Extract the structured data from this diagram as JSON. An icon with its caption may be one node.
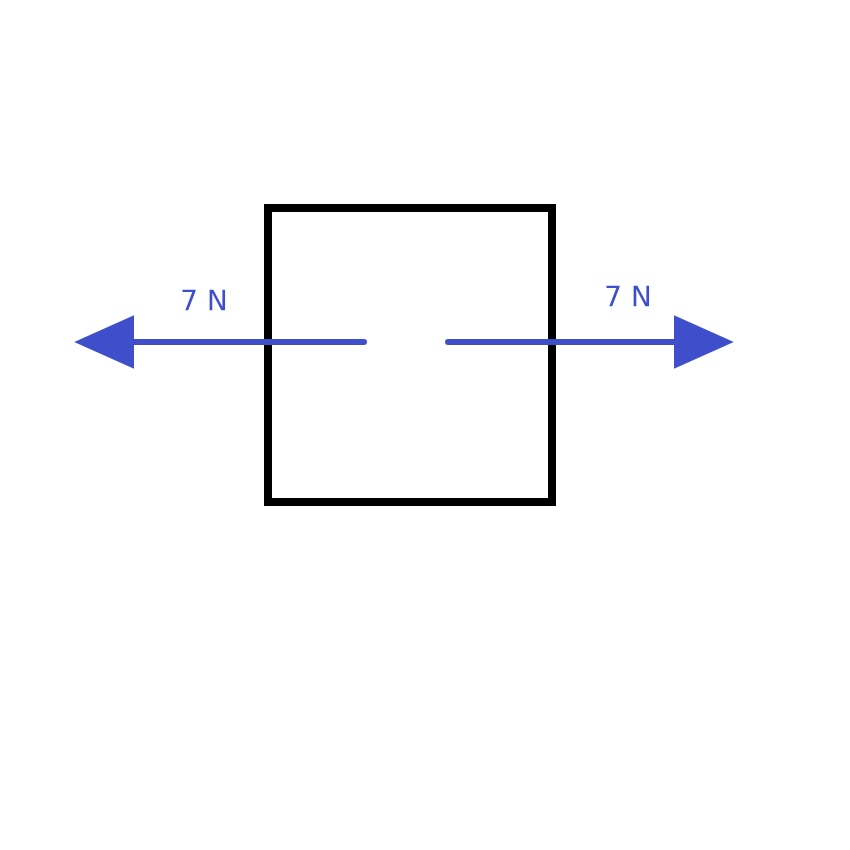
{
  "diagram": {
    "nodes": [
      {
        "text": [],
        "shape": "box"
      }
    ],
    "labels": [
      "7 N",
      "7 N"
    ]
  }
}
